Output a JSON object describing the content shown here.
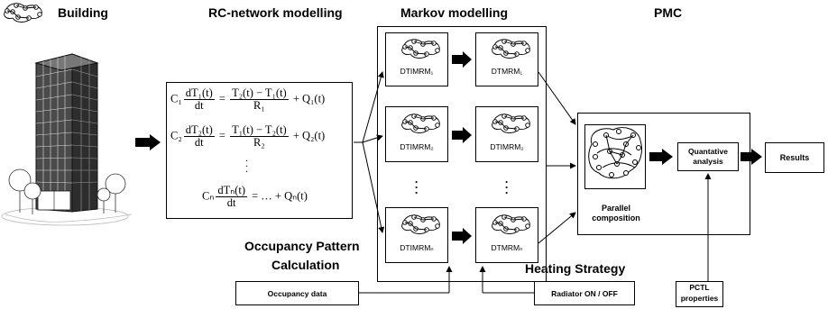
{
  "headers": {
    "building": "Building",
    "rc_network": "RC-network modelling",
    "markov": "Markov modelling",
    "pmc": "PMC"
  },
  "rc_equations": {
    "eq1": {
      "lhs_coef": "C₁",
      "lhs_num": "dT₁(t)",
      "lhs_den": "dt",
      "rhs_num": "T₂(t) − T₁(t)",
      "rhs_den": "R₁",
      "tail": "+ Q₁(t)"
    },
    "eq2": {
      "lhs_coef": "C₂",
      "lhs_num": "dT₂(t)",
      "lhs_den": "dt",
      "rhs_num": "T₁(t) − T₂(t)",
      "rhs_den": "R₂",
      "tail": "+ Q₂(t)"
    },
    "eqN": {
      "lhs_coef": "Cₙ",
      "lhs_num": "dTₙ(t)",
      "lhs_den": "dt",
      "tail": "= … + Qₙ(t)"
    }
  },
  "markov": {
    "left": [
      "DTIMRM₁",
      "DTIMRM₂",
      "DTIMRMₙ"
    ],
    "right": [
      "DTMRM₁",
      "DTIMRM₂",
      "DTMRMₙ"
    ]
  },
  "pmc": {
    "parallel_line1": "Parallel",
    "parallel_line2": "composition",
    "quant_line1": "Quantative",
    "quant_line2": "analysis",
    "results": "Results"
  },
  "occupancy": {
    "title_line1": "Occupancy Pattern",
    "title_line2": "Calculation",
    "data": "Occupancy data"
  },
  "heating": {
    "title": "Heating Strategy",
    "radiator": "Radiator ON / OFF"
  },
  "pctl": {
    "line1": "PCTL",
    "line2": "properties"
  }
}
